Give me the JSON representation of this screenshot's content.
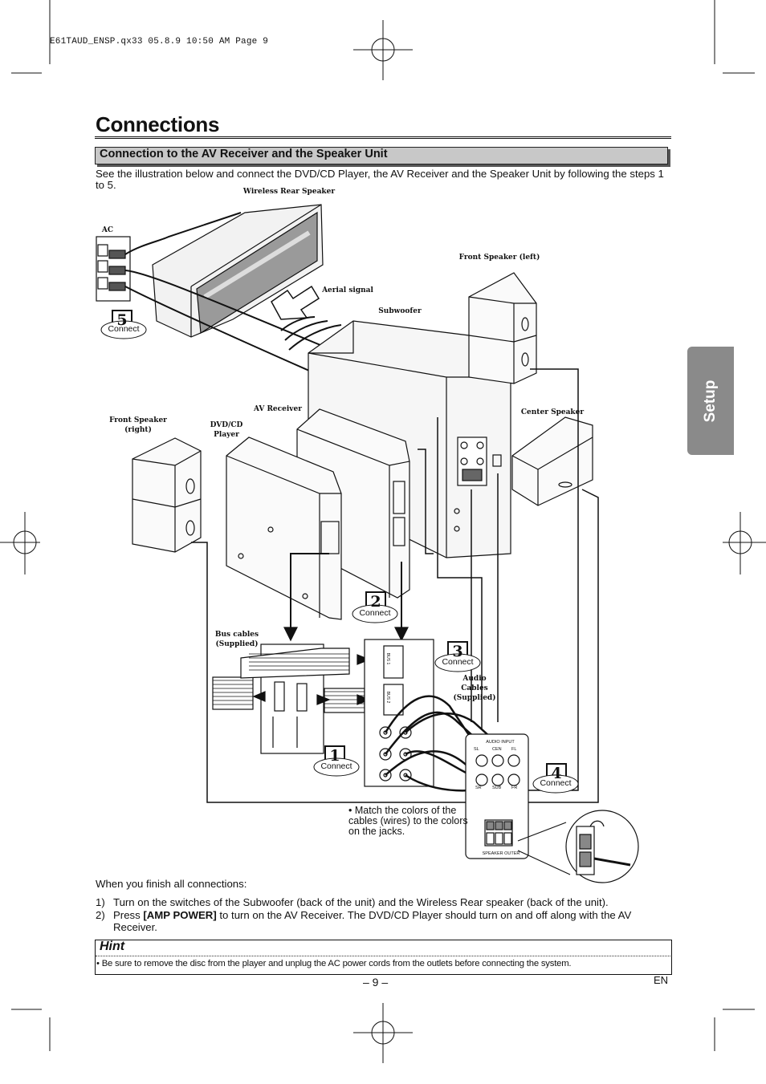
{
  "header_meta": "E61TAUD_ENSP.qx33   05.8.9   10:50 AM   Page 9",
  "title": "Connections",
  "section_title": "Connection to the AV Receiver and the Speaker Unit",
  "intro": "See the illustration below and connect the DVD/CD Player, the AV Receiver and the Speaker Unit by following the steps 1 to 5.",
  "side_tab": "Setup",
  "diagram": {
    "labels": {
      "wireless_rear": "Wireless Rear Speaker",
      "ac": "AC",
      "front_left": "Front Speaker (left)",
      "aerial": "Aerial signal",
      "subwoofer": "Subwoofer",
      "av_receiver": "AV Receiver",
      "center": "Center Speaker",
      "front_right": "Front Speaker\n(right)",
      "dvd": "DVD/CD\nPlayer",
      "bus_cables": "Bus cables\n(Supplied)",
      "audio_cables": "Audio\nCables\n(Supplied)",
      "audio_input": "AUDIO INPUT",
      "speaker_outer": "SPEAKER OUTER",
      "jack_sl": "SL",
      "jack_cen": "CEN",
      "jack_fl": "FL",
      "jack_sr": "SR",
      "jack_sub": "SUB",
      "jack_fr": "FR",
      "bus1": "BUS 1",
      "bus2": "BUS 2"
    },
    "steps": [
      {
        "number": "1",
        "connect": "Connect"
      },
      {
        "number": "2",
        "connect": "Connect"
      },
      {
        "number": "3",
        "connect": "Connect"
      },
      {
        "number": "4",
        "connect": "Connect"
      },
      {
        "number": "5",
        "connect": "Connect"
      }
    ]
  },
  "match_note": "• Match the colors of the cables (wires) to the colors on the jacks.",
  "finish_intro": "When you finish all connections:",
  "finish_steps": [
    {
      "num": "1)",
      "text": "Turn on the switches of the Subwoofer (back of the unit) and the Wireless Rear speaker (back of the unit)."
    },
    {
      "num": "2)",
      "pre": "Press ",
      "bold": "[AMP POWER]",
      "post": " to turn on the AV Receiver. The DVD/CD Player should turn on and off along with the AV Receiver."
    }
  ],
  "hint": {
    "title": "Hint",
    "text": "• Be sure to remove the disc from the player and unplug the AC power cords from the outlets before connecting the system."
  },
  "page_number": "– 9 –",
  "language": "EN"
}
